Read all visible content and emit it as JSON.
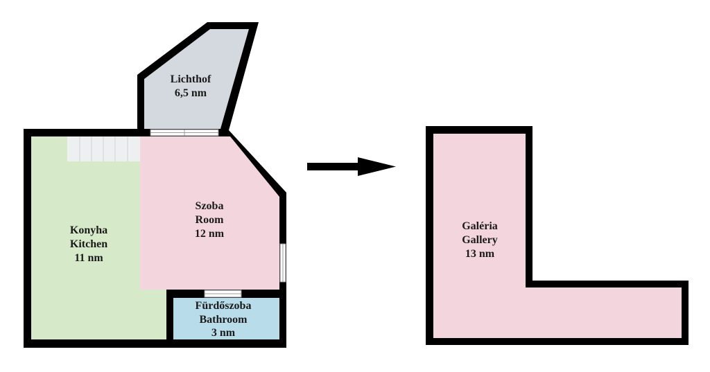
{
  "colors": {
    "wall": "#000000",
    "kitchen": "#d6e9c9",
    "room": "#f3d6dd",
    "lichthof": "#d4d9df",
    "bathroom": "#b9dcea",
    "stairs": "#eeeff1",
    "arrow": "#000000"
  },
  "rooms": {
    "lichthof": {
      "name": "Lichthof",
      "area": "6,5 nm"
    },
    "szoba": {
      "name_hu": "Szoba",
      "name_en": "Room",
      "area": "12 nm"
    },
    "konyha": {
      "name_hu": "Konyha",
      "name_en": "Kitchen",
      "area": "11 nm"
    },
    "furdoszoba": {
      "name_hu": "Fürdőszoba",
      "name_en": "Bathroom",
      "area": "3 nm"
    },
    "galeria": {
      "name_hu": "Galéria",
      "name_en": "Gallery",
      "area": "13 nm"
    }
  }
}
